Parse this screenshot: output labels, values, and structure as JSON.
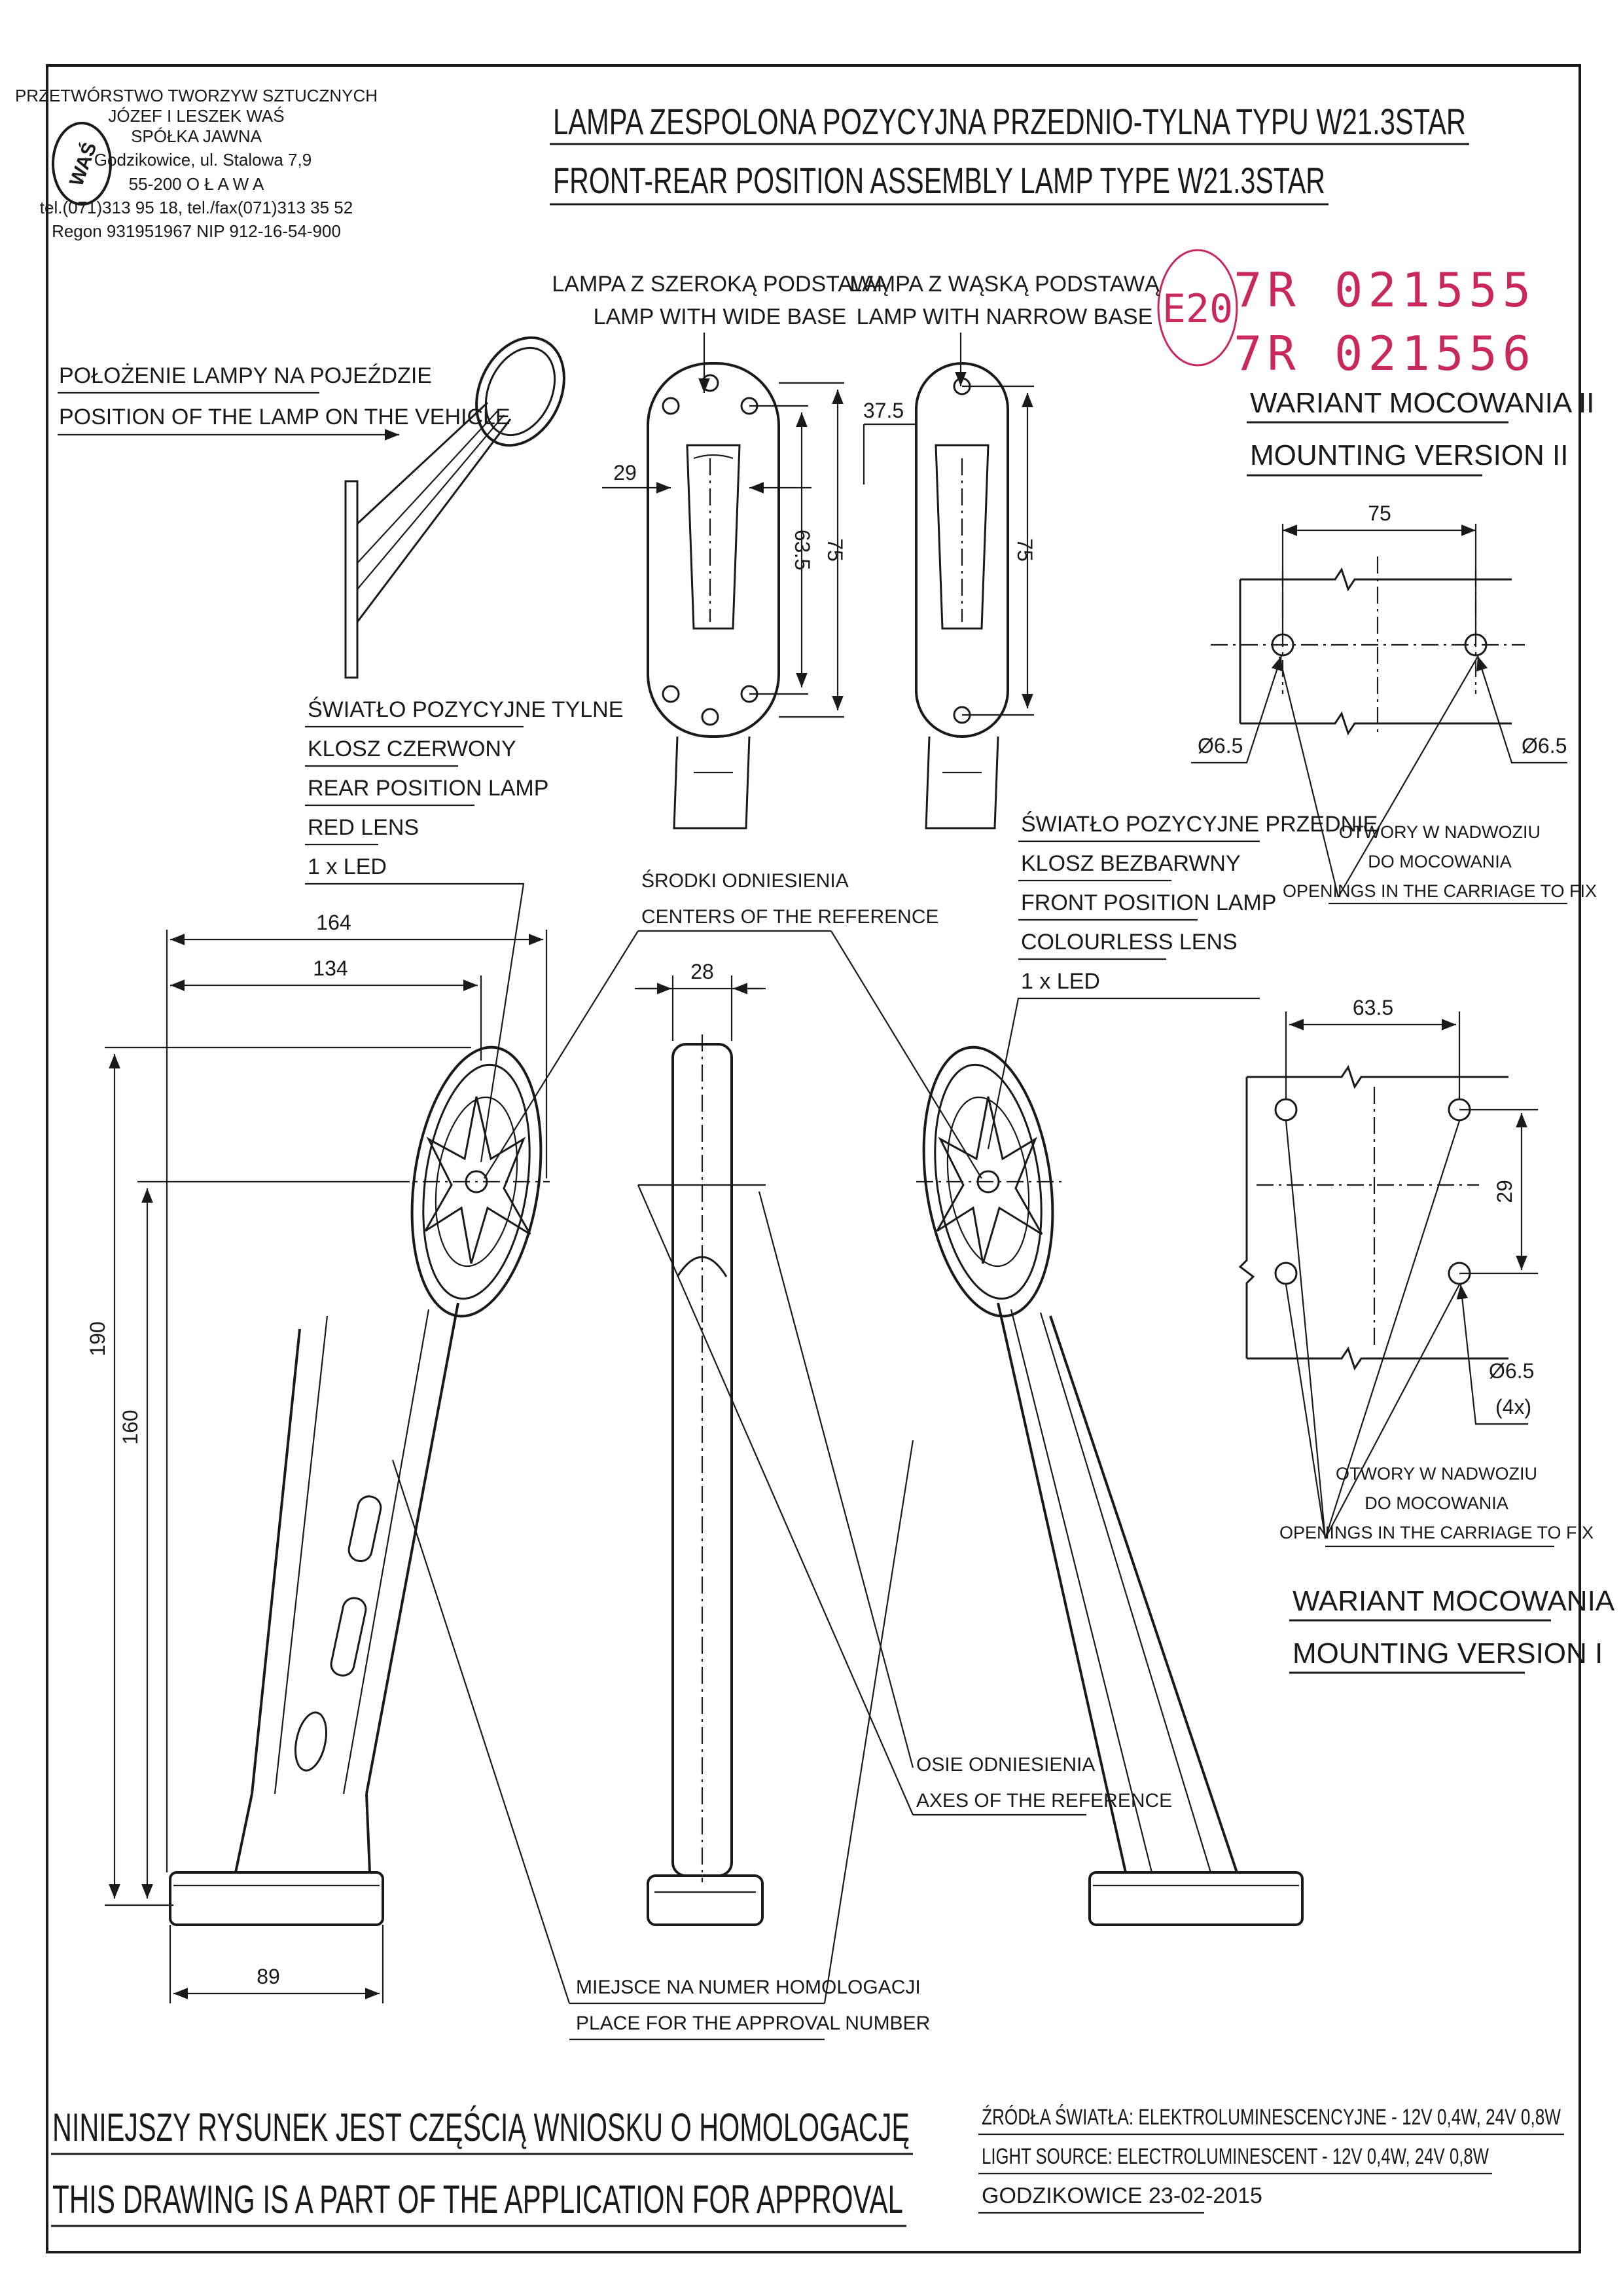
{
  "company": {
    "name_line1": "PRZETWÓRSTWO TWORZYW SZTUCZNYCH",
    "name_line2": "JÓZEF I LESZEK WAŚ",
    "name_line3": "SPÓŁKA JAWNA",
    "address_line1": "Godzikowice, ul. Stalowa 7,9",
    "address_line2": "55-200  O Ł A W A",
    "phone": "tel.(071)313 95 18, tel./fax(071)313 35 52",
    "regon": "Regon 931951967 NIP 912-16-54-900",
    "logo_text": "WAŚ"
  },
  "title": {
    "pl": "LAMPA ZESPOLONA POZYCYJNA PRZEDNIO-TYLNA  TYPU W21.3STAR",
    "en": "FRONT-REAR POSITION ASSEMBLY LAMP  TYPE W21.3STAR"
  },
  "stamp": {
    "mark": "E20",
    "approval_1": "7R  021555",
    "approval_2": "7R  021556"
  },
  "labels": {
    "position_pl": "POŁOŻENIE LAMPY NA POJEŹDZIE",
    "position_en": "POSITION OF THE LAMP ON THE VEHICLE",
    "wide_base_pl": "LAMPA Z SZEROKĄ PODSTAWĄ",
    "wide_base_en": "LAMP WITH WIDE BASE",
    "narrow_base_pl": "LAMPA Z WĄSKĄ PODSTAWĄ",
    "narrow_base_en": "LAMP WITH NARROW BASE",
    "mounting2_pl": "WARIANT MOCOWANIA II",
    "mounting2_en": "MOUNTING VERSION II",
    "mounting1_pl": "WARIANT MOCOWANIA I",
    "mounting1_en": "MOUNTING VERSION I",
    "rear_lamp_pl": "ŚWIATŁO POZYCYJNE TYLNE",
    "rear_lens_pl": "KLOSZ  CZERWONY",
    "rear_lamp_en": "REAR POSITION LAMP",
    "rear_lens_en": "RED LENS",
    "rear_led": "1 x LED",
    "front_lamp_pl": "ŚWIATŁO POZYCYJNE PRZEDNIE",
    "front_lens_pl": "KLOSZ BEZBARWNY",
    "front_lamp_en": "FRONT POSITION LAMP",
    "front_lens_en": "COLOURLESS LENS",
    "front_led": "1 x LED",
    "centers_pl": "ŚRODKI ODNIESIENIA",
    "centers_en": "CENTERS OF THE REFERENCE",
    "axes_pl": "OSIE ODNIESIENIA",
    "axes_en": "AXES OF THE REFERENCE",
    "approval_place_pl": "MIEJSCE NA NUMER HOMOLOGACJI",
    "approval_place_en": "PLACE FOR THE APPROVAL NUMBER",
    "holes_pl_1": "OTWORY W NADWOZIU",
    "holes_pl_2": "DO MOCOWANIA",
    "holes_en": "OPENINGS IN THE CARRIAGE TO FIX"
  },
  "dimensions": {
    "d29_top": "29",
    "d63_5_top": "63.5",
    "d75_wide": "75",
    "d37_5": "37.5",
    "d75_narrow": "75",
    "d75_m2": "75",
    "d6_5_left": "Ø6.5",
    "d6_5_right": "Ø6.5",
    "d164": "164",
    "d134": "134",
    "d28": "28",
    "d190": "190",
    "d160": "160",
    "d89": "89",
    "d63_5_m1": "63.5",
    "d29_m1": "29",
    "d6_5_m1": "Ø6.5",
    "d4x": "(4x)"
  },
  "footer": {
    "note_pl": "NINIEJSZY RYSUNEK JEST CZĘŚCIĄ WNIOSKU O  HOMOLOGACJĘ",
    "note_en": "THIS DRAWING IS A PART OF THE APPLICATION FOR  APPROVAL",
    "source_pl": "ŹRÓDŁA ŚWIATŁA: ELEKTROLUMINESCENCYJNE - 12V 0,4W, 24V 0,8W",
    "source_en": "LIGHT SOURCE: ELECTROLUMINESCENT - 12V 0,4W, 24V 0,8W",
    "place_date": "GODZIKOWICE  23-02-2015"
  }
}
